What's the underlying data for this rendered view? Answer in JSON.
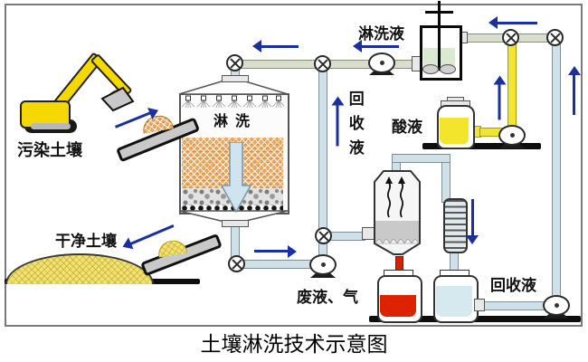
{
  "diagram": {
    "title": "土壤淋洗技术示意图",
    "labels": {
      "contaminated_soil": "污染土壤",
      "clean_soil": "干净土壤",
      "washing": "淋 洗",
      "washing_liquid": "淋洗液",
      "recovery_liquid_riser": "回收液",
      "acid_liquid": "酸液",
      "waste_liquid_gas": "废液、气",
      "recovery_liquid": "回收液"
    },
    "colors": {
      "flow_arrow_blue": "#1b2f9d",
      "pipe_light_blue": "#cfe0e8",
      "pipe_green_gray": "#d8decb",
      "pipe_yellow": "#f0e435",
      "pipe_red": "#d32300",
      "soil_orange": "#eca85e",
      "sand_yellow": "#f1e272",
      "acid_liquid_yellow": "#f2e52c",
      "waste_liquid_red": "#dd2200",
      "recovery_liquid_blue": "#d6e9ee",
      "tank_liquid_green": "#d9ead0",
      "excavator_yellow": "#f5d800",
      "ground_black": "#0d0d0d"
    },
    "icons": {
      "valve": "circle-with-x",
      "pump": "ellipse-with-dot-on-triangle-base",
      "stirrer": "vertical-shaft-with-cross-handle",
      "flow_arrow": "solid-blue-arrow",
      "down_flow_arrow": "large-light-blue-arrow",
      "steam": "wavy-up-arrows"
    }
  }
}
